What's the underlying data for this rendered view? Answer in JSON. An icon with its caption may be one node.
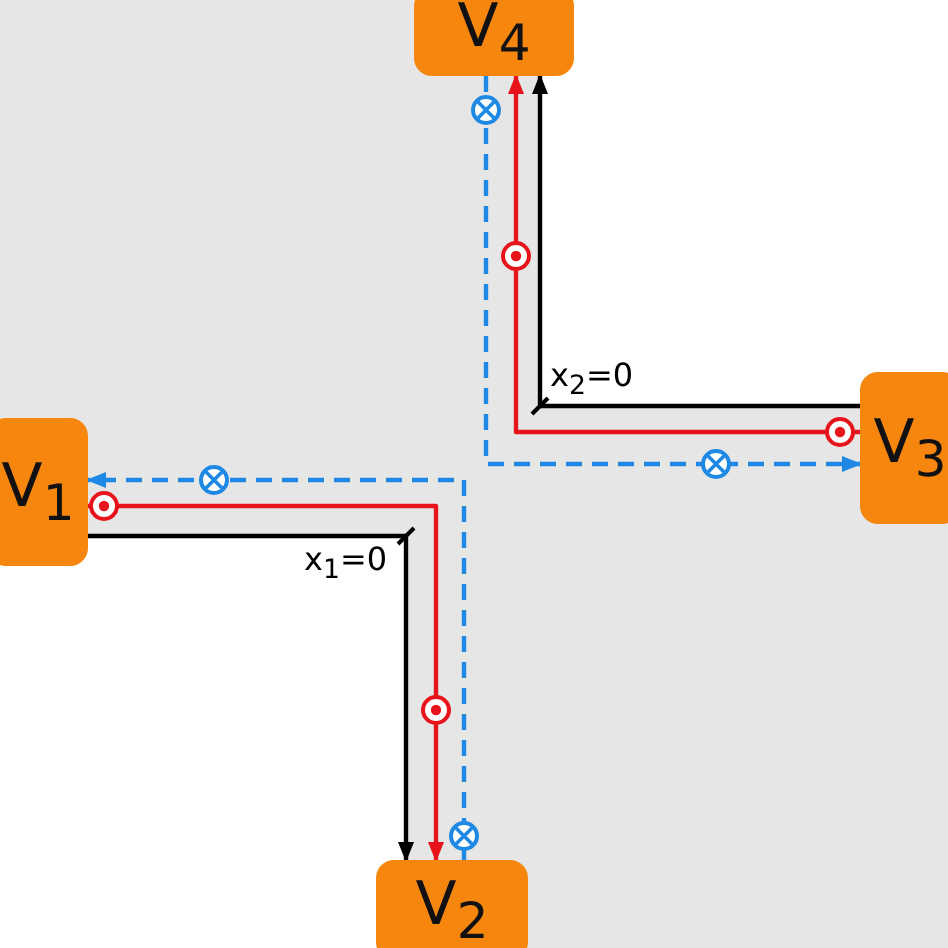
{
  "diagram": {
    "nodes": [
      {
        "text": [
          "V$_{4}$"
        ]
      },
      {
        "text": [
          "V$_{3}$"
        ]
      },
      {
        "text": [
          "V$_{1}$"
        ]
      },
      {
        "text": [
          "V$_{2}$"
        ]
      }
    ],
    "edges": [
      {
        "from": 2,
        "to": 3,
        "arrow": "to",
        "color": "#000000"
      },
      {
        "from": 2,
        "to": 3,
        "arrow": "to",
        "color": "#e8141b"
      },
      {
        "from": 3,
        "to": 2,
        "arrow": "to",
        "style": "dashed",
        "color": "#1e88e5"
      },
      {
        "from": 1,
        "to": 0,
        "arrow": "to",
        "color": "#000000"
      },
      {
        "from": 1,
        "to": 0,
        "arrow": "to",
        "color": "#e8141b"
      },
      {
        "from": 0,
        "to": 1,
        "arrow": "to",
        "style": "dashed",
        "color": "#1e88e5"
      }
    ],
    "labels": [
      "x$_{1}$=0",
      "x$_{2}$=0"
    ]
  }
}
